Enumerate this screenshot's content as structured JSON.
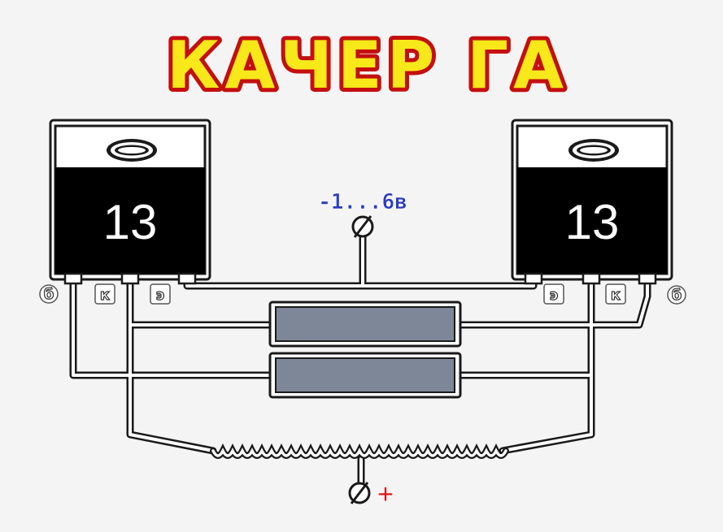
{
  "title": "КАЧЕР ГА",
  "transistor_left": {
    "label": "13",
    "pins": [
      "б",
      "к",
      "э"
    ]
  },
  "transistor_right": {
    "label": "13",
    "pins": [
      "э",
      "к",
      "б"
    ]
  },
  "terminal_minus": {
    "label": "-1...6в",
    "symbol": "Ø"
  },
  "terminal_plus": {
    "symbol": "Ø",
    "label": "+"
  },
  "colors": {
    "title_fill": "#f7e81a",
    "title_outline": "#c40f0f",
    "chip_body": "#000000",
    "resistor": "#7d8797",
    "voltage_text": "#2b3bbf",
    "plus_text": "#d81818"
  }
}
